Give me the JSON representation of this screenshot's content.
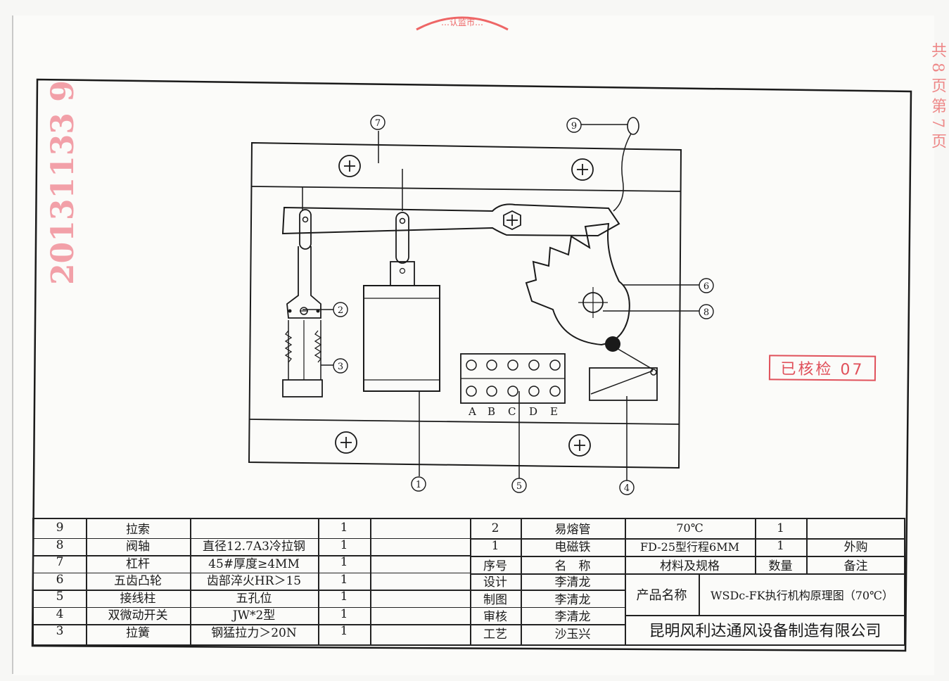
{
  "stamps": {
    "serial_number": "20131133 9",
    "checked_label": "已核检 07",
    "top_seal_text": "…认监市…",
    "right_edge_text": "共 8 页 第 7 页"
  },
  "callouts": {
    "c1": "1",
    "c2": "2",
    "c3": "3",
    "c4": "4",
    "c5": "5",
    "c6": "6",
    "c7": "7",
    "c8": "8",
    "c9": "9"
  },
  "terminal_labels": [
    "A",
    "B",
    "C",
    "D",
    "E"
  ],
  "parts_list": [
    {
      "no": "9",
      "name": "拉索",
      "spec": "",
      "qty": "1"
    },
    {
      "no": "8",
      "name": "阀轴",
      "spec": "直径12.7A3冷拉钢",
      "qty": "1"
    },
    {
      "no": "7",
      "name": "杠杆",
      "spec": "45#厚度≥4MM",
      "qty": "1"
    },
    {
      "no": "6",
      "name": "五齿凸轮",
      "spec": "齿部淬火HR＞15",
      "qty": "1"
    },
    {
      "no": "5",
      "name": "接线柱",
      "spec": "五孔位",
      "qty": "1"
    },
    {
      "no": "4",
      "name": "双微动开关",
      "spec": "JW*2型",
      "qty": "1"
    },
    {
      "no": "3",
      "name": "拉簧",
      "spec": "钢猛拉力＞20N",
      "qty": "1"
    }
  ],
  "parts_list_right": [
    {
      "no": "2",
      "name": "易熔管",
      "spec": "70℃",
      "qty": "1",
      "note": ""
    },
    {
      "no": "1",
      "name": "电磁铁",
      "spec": "FD-25型行程6MM",
      "qty": "1",
      "note": "外购"
    }
  ],
  "header_row": {
    "no": "序号",
    "name": "名　称",
    "spec": "材料及规格",
    "qty": "数量",
    "note": "备注"
  },
  "title_block": {
    "design_label": "设计",
    "design_name": "李清龙",
    "draw_label": "制图",
    "draw_name": "李清龙",
    "check_label": "审核",
    "check_name": "李清龙",
    "process_label": "工艺",
    "process_name": "沙玉兴",
    "product_label": "产品名称",
    "product_name": "WSDc-FK执行机构原理图（70℃）",
    "company": "昆明风利达通风设备制造有限公司"
  },
  "colors": {
    "line": "#1a1a1a",
    "stamp_red": "#e0505a",
    "stamp_pink": "#f2a0a8"
  }
}
